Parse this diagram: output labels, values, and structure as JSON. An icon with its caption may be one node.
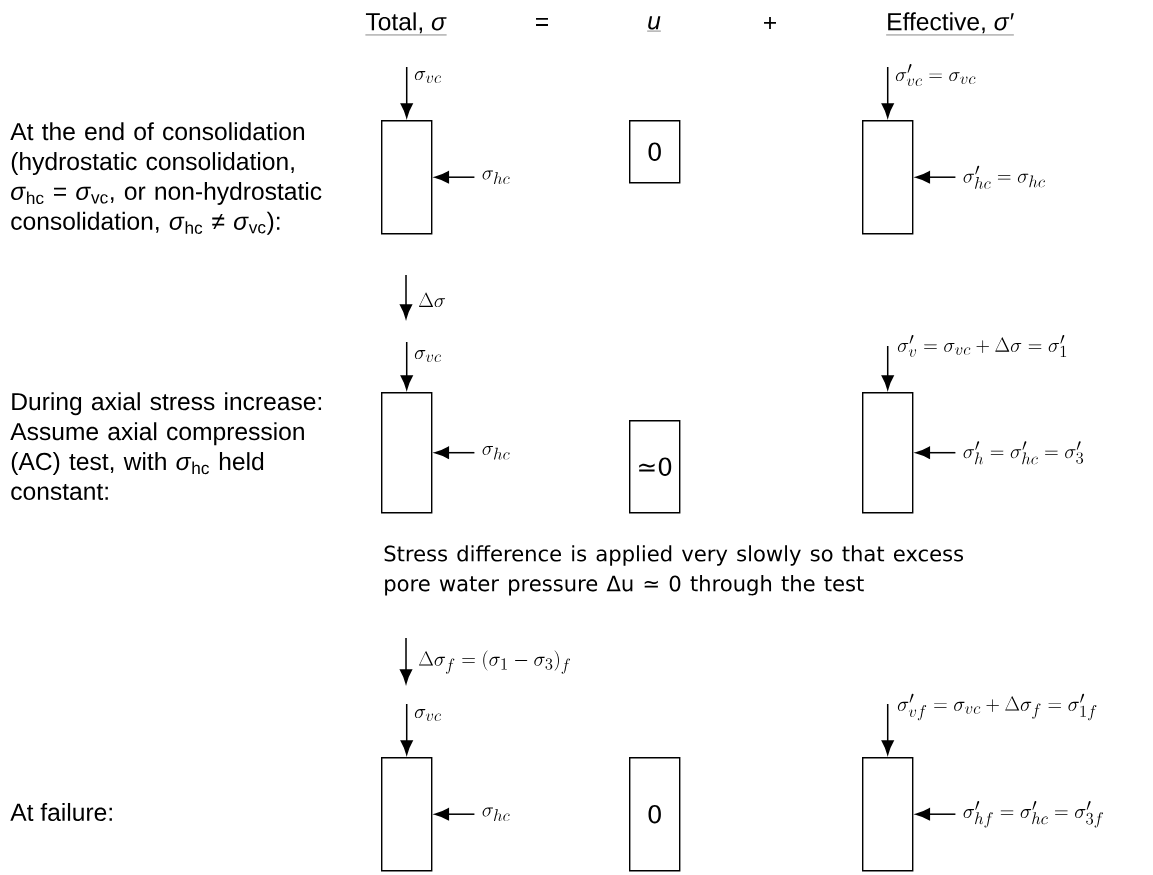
{
  "diagram": {
    "nodes": [
      {
        "text": [],
        "shape": "box"
      },
      {
        "text": [
          "0"
        ]
      },
      {
        "text": [],
        "shape": "box"
      },
      {
        "text": [],
        "shape": "box"
      },
      {
        "text": [
          "≃0"
        ]
      },
      {
        "text": [],
        "shape": "box"
      },
      {
        "text": [],
        "shape": "box"
      },
      {
        "text": [
          "0"
        ]
      },
      {
        "text": [],
        "shape": "box"
      }
    ],
    "edges": [
      {
        "from": null,
        "to": 0,
        "arrow": "to",
        "label": "\\sigma_{vc}"
      },
      {
        "from": null,
        "to": 0,
        "arrow": "to",
        "label": "\\sigma_{hc}"
      },
      {
        "from": null,
        "to": 2,
        "arrow": "to",
        "label": "\\sigma'_{vc} = \\sigma_{vc}"
      },
      {
        "from": null,
        "to": 2,
        "arrow": "to",
        "label": "\\sigma'_{hc} = \\sigma_{hc}"
      },
      {
        "from": null,
        "to": 3,
        "arrow": "to",
        "label": "\\sigma_{vc}"
      },
      {
        "from": null,
        "to": 3,
        "arrow": "to",
        "label": "\\sigma_{hc}"
      },
      {
        "from": null,
        "to": 5,
        "arrow": "to",
        "label": "\\sigma'_{v} = \\sigma_{vc} + \\Delta\\sigma = \\sigma'_{1}"
      },
      {
        "from": null,
        "to": 5,
        "arrow": "to",
        "label": "\\sigma'_{h} = \\sigma'_{hc} = \\sigma'_{3}"
      },
      {
        "from": null,
        "to": 6,
        "arrow": "to",
        "label": "\\sigma_{vc}"
      },
      {
        "from": null,
        "to": 6,
        "arrow": "to",
        "label": "\\sigma_{hc}"
      },
      {
        "from": null,
        "to": 8,
        "arrow": "to",
        "label": "\\sigma'_{vf} = \\sigma_{vc} + \\Delta\\sigma_{f} = \\sigma'_{1f}"
      },
      {
        "from": null,
        "to": 8,
        "arrow": "to",
        "label": "\\sigma'_{hf} = \\sigma'_{hc} = \\sigma'_{3f}"
      }
    ],
    "labels": [
      "Total, *σ*",
      "=",
      "u",
      "+",
      "Effective, *σ′*",
      "At the end of consolidation (hydrostatic consolidation, *σ*$_{hc}$ = *σ*$_{vc}$, or non-hydrostatic consolidation, *σ*$_{hc}$ ≠ *σ*$_{vc}$):",
      "During axial stress increase:",
      "Assume axial compression (AC) test, with *σ*$_{hc}$ held constant:",
      "\\Delta\\sigma",
      "Stress difference is applied very slowly so that excess pore water pressure Δu ≃ 0 through the test",
      "\\Delta\\sigma_{f} = (\\sigma_{1} - \\sigma_{3})_{f}",
      "At failure:"
    ]
  }
}
